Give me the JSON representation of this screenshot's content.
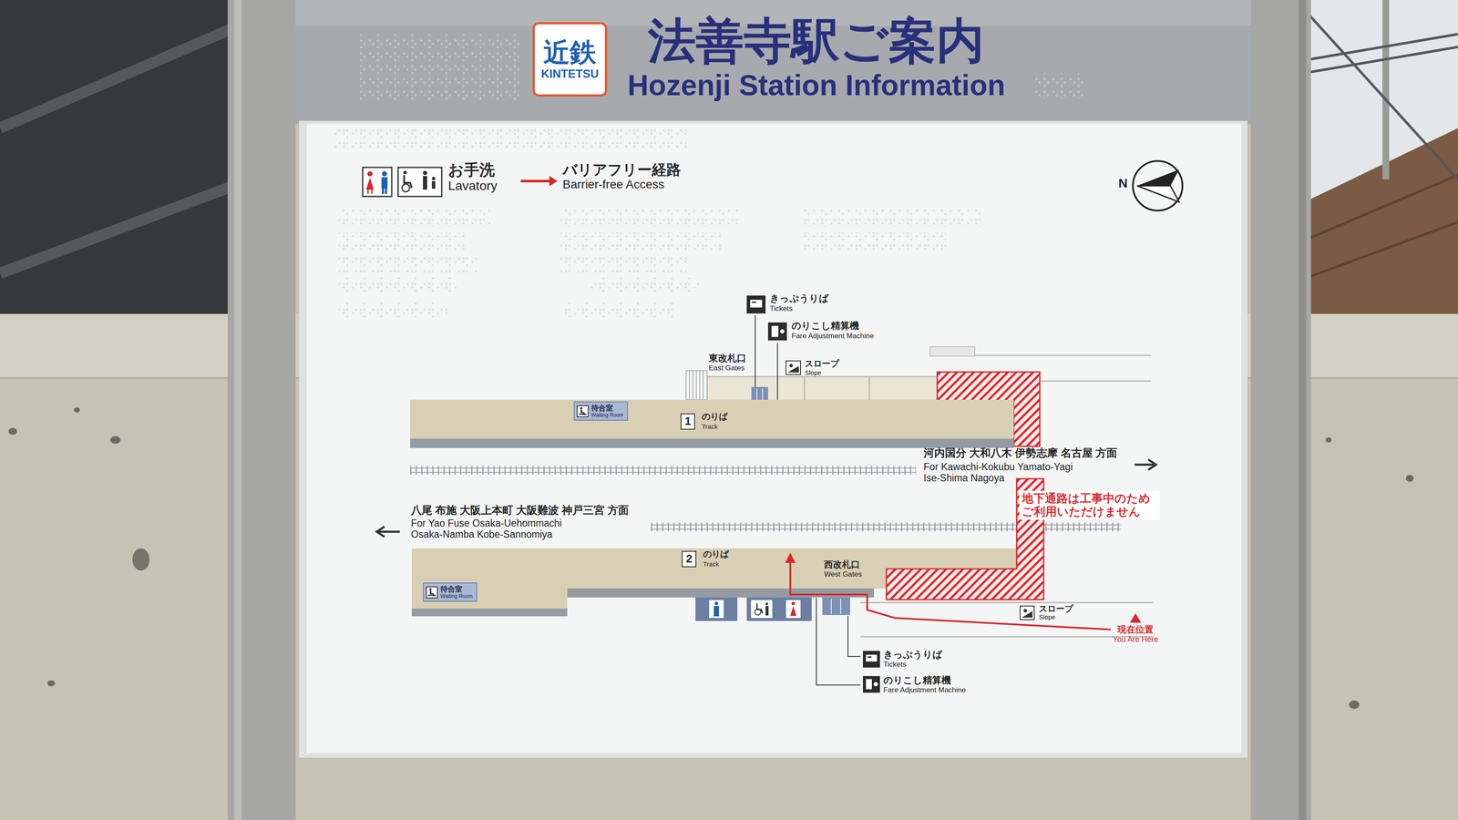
{
  "diagram": {
    "title": "法善寺駅ご案内",
    "nodes": [
      {
        "text": [
          "近鉄",
          "KINTETSU"
        ]
      },
      {
        "text": [
          "1",
          "のりば",
          "Track"
        ]
      },
      {
        "text": [
          "待合室",
          "Waiting Room"
        ],
        "in": 1
      },
      {
        "text": [
          "2",
          "のりば",
          "Track"
        ]
      },
      {
        "text": [
          "待合室",
          "Waiting Room"
        ],
        "in": 3
      }
    ],
    "labels": [
      "Hozenji Station Information",
      "N",
      "きっぷうりば",
      "Tickets",
      "のりこし精算機",
      "Fare Adjustment Machine",
      "東改札口",
      "East Gates",
      "スロープ",
      "Slope",
      "河内国分 大和八木 伊勢志摩 名古屋 方面",
      "For Kawachi-Kokubu Yamato-Yagi Ise-Shima Nagoya",
      "地下通路は工事中のため ご利用いただけません",
      "八尾 布施 大阪上本町 大阪難波 神戸三宮 方面",
      "For Yao Fuse Osaka-Uehommachi Osaka-Namba Kobe-Sannomiya",
      "西改札口",
      "West Gates",
      "スロープ",
      "Slope",
      "現在位置",
      "You Are Here",
      "きっぷうりば",
      "Tickets",
      "のりこし精算機",
      "Fare Adjustment Machine"
    ],
    "legend": [
      {
        "text": "お手洗 Lavatory"
      },
      {
        "text": "バリアフリー経路 Barrier-free Access"
      }
    ]
  }
}
